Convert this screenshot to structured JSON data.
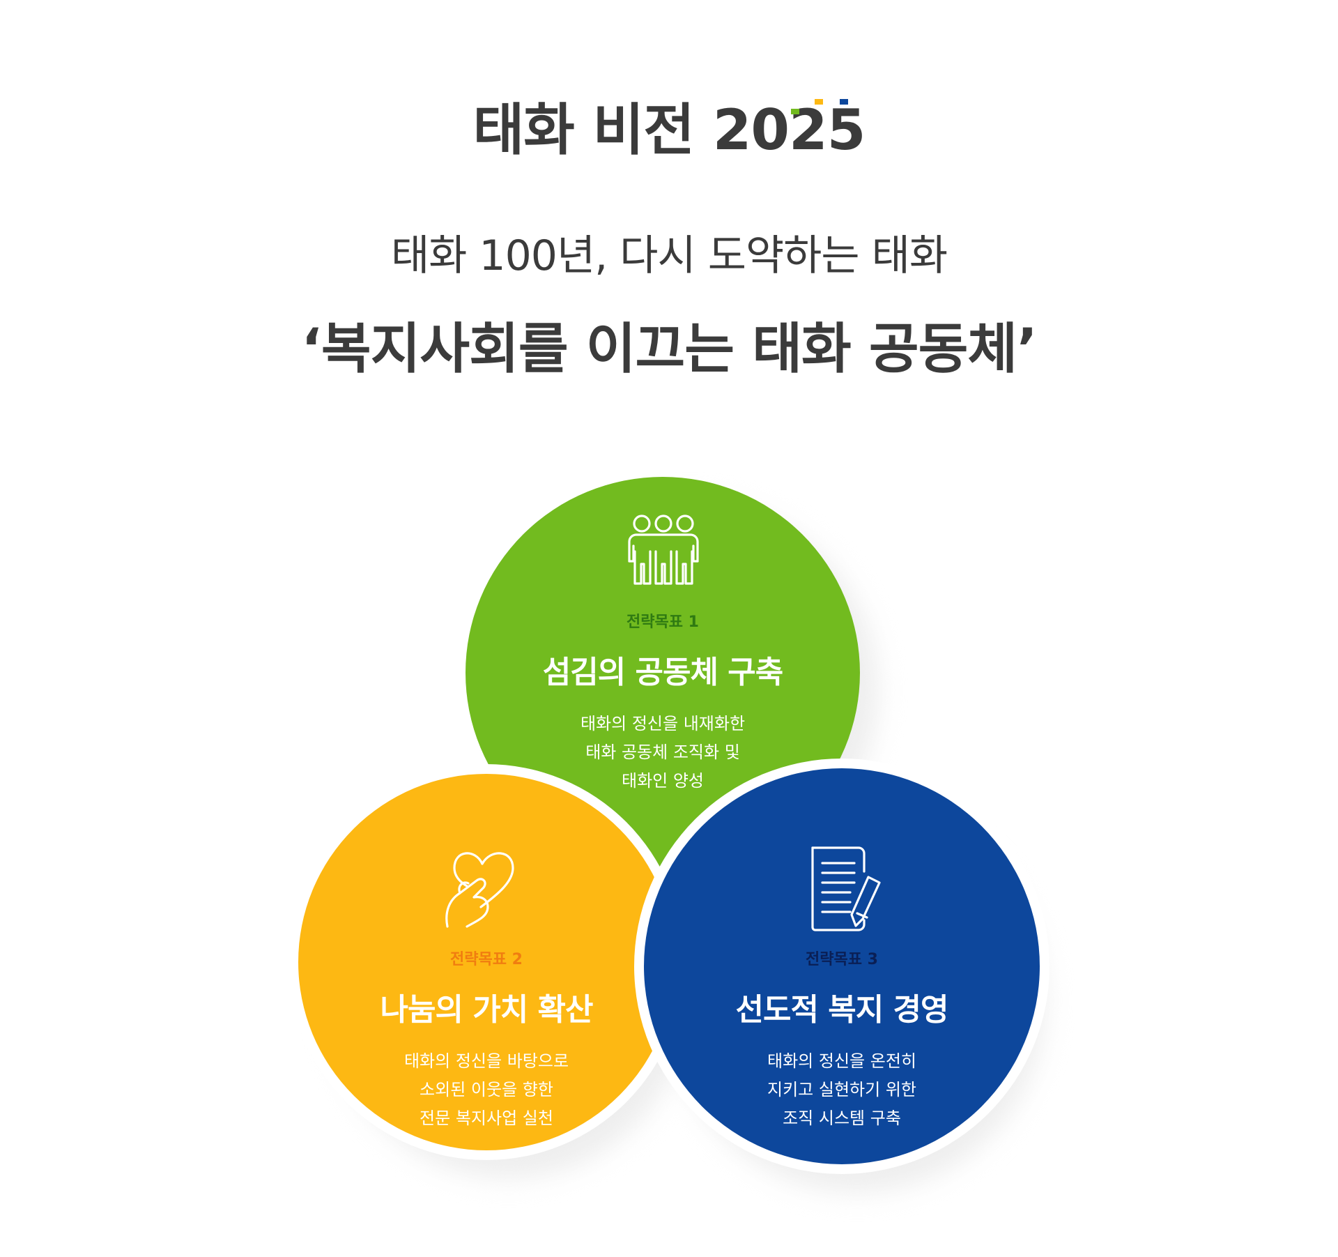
{
  "header": {
    "title_text": "태화 비전 202",
    "title_last": "5",
    "accent_colors": [
      "#72bb1f",
      "#fdb813",
      "#0d479c"
    ]
  },
  "vision": {
    "subtitle": "태화 100년, 다시 도약하는 태화",
    "slogan": "‘복지사회를 이끄는 태화 공동체’"
  },
  "goals": [
    {
      "label": "전략목표 1",
      "title": "섬김의 공동체 구축",
      "desc": [
        "태화의 정신을 내재화한",
        "태화 공동체 조직화 및",
        "태화인 양성"
      ],
      "color": "#72bb1f",
      "label_color": "#2f7a12",
      "icon": "people-icon"
    },
    {
      "label": "전략목표 2",
      "title": "나눔의 가치 확산",
      "desc": [
        "태화의 정신을 바탕으로",
        "소외된 이웃을 향한",
        "전문 복지사업 실천"
      ],
      "color": "#fdb813",
      "label_color": "#f07d10",
      "icon": "heart-hand-icon"
    },
    {
      "label": "전략목표 3",
      "title": "선도적 복지 경영",
      "desc": [
        "태화의 정신을 온전히",
        "지키고 실현하기 위한",
        "조직 시스템 구축"
      ],
      "color": "#0d479c",
      "label_color": "#0a1f55",
      "icon": "document-pencil-icon"
    }
  ]
}
